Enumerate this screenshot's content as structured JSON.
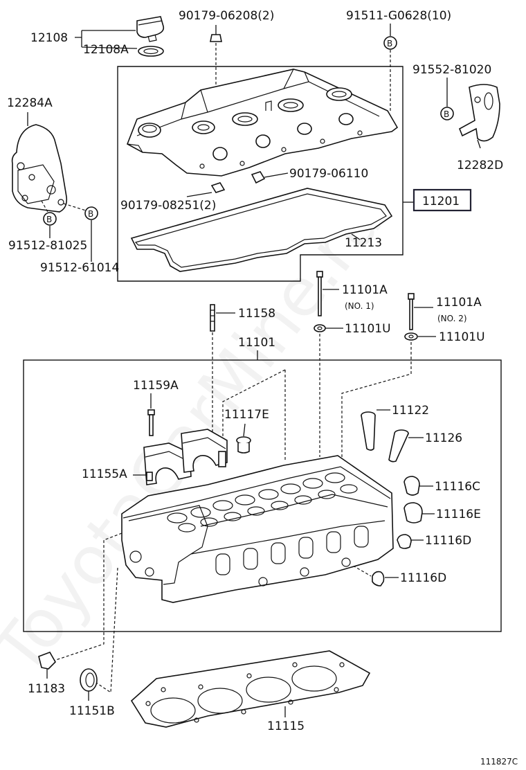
{
  "watermark": "ToyotaCarMine.ru",
  "diagram_code": "111827C",
  "callouts": {
    "p12108": "12108",
    "p12108A": "12108A",
    "p90179_06208": "90179-06208(2)",
    "p91511": "91511-G0628(10)",
    "p91552": "91552-81020",
    "p12284A": "12284A",
    "p12282D": "12282D",
    "p90179_06110": "90179-06110",
    "p11201": "11201",
    "p90179_08251": "90179-08251(2)",
    "p11213": "11213",
    "p91512_81025": "91512-81025",
    "p91512_61014": "91512-61014",
    "p11101A_1": "11101A",
    "no1": "(NO. 1)",
    "p11101A_2": "11101A",
    "no2": "(NO. 2)",
    "p11158": "11158",
    "p11101U_1": "11101U",
    "p11101U_2": "11101U",
    "p11101": "11101",
    "p11159A": "11159A",
    "p11117E": "11117E",
    "p11122": "11122",
    "p11126": "11126",
    "p11155A": "11155A",
    "p11116C": "11116C",
    "p11116E": "11116E",
    "p11116D_1": "11116D",
    "p11116D_2": "11116D",
    "p11183": "11183",
    "p11151B": "11151B",
    "p11115": "11115"
  },
  "bolt_code": "B"
}
